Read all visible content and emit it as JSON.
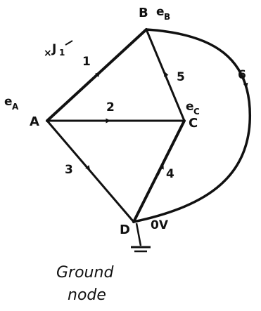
{
  "nodes": {
    "A": {
      "label": "A",
      "voltage": "e"
    },
    "B": {
      "label": "B",
      "voltage": "e"
    },
    "C": {
      "label": "C",
      "voltage": "e"
    },
    "D": {
      "label": "D",
      "voltage": "0V"
    }
  },
  "subscripts": {
    "A": "A",
    "B": "B",
    "C": "C"
  },
  "current_label": "J",
  "current_sub": "1",
  "branches": [
    {
      "id": "1",
      "from": "A",
      "to": "B"
    },
    {
      "id": "2",
      "from": "A",
      "to": "C"
    },
    {
      "id": "3",
      "from": "A",
      "to": "D"
    },
    {
      "id": "4",
      "from": "D",
      "to": "C"
    },
    {
      "id": "5",
      "from": "C",
      "to": "B"
    },
    {
      "id": "6",
      "from": "B",
      "to": "D"
    }
  ],
  "caption": {
    "line1": "Ground",
    "line2": "node"
  }
}
